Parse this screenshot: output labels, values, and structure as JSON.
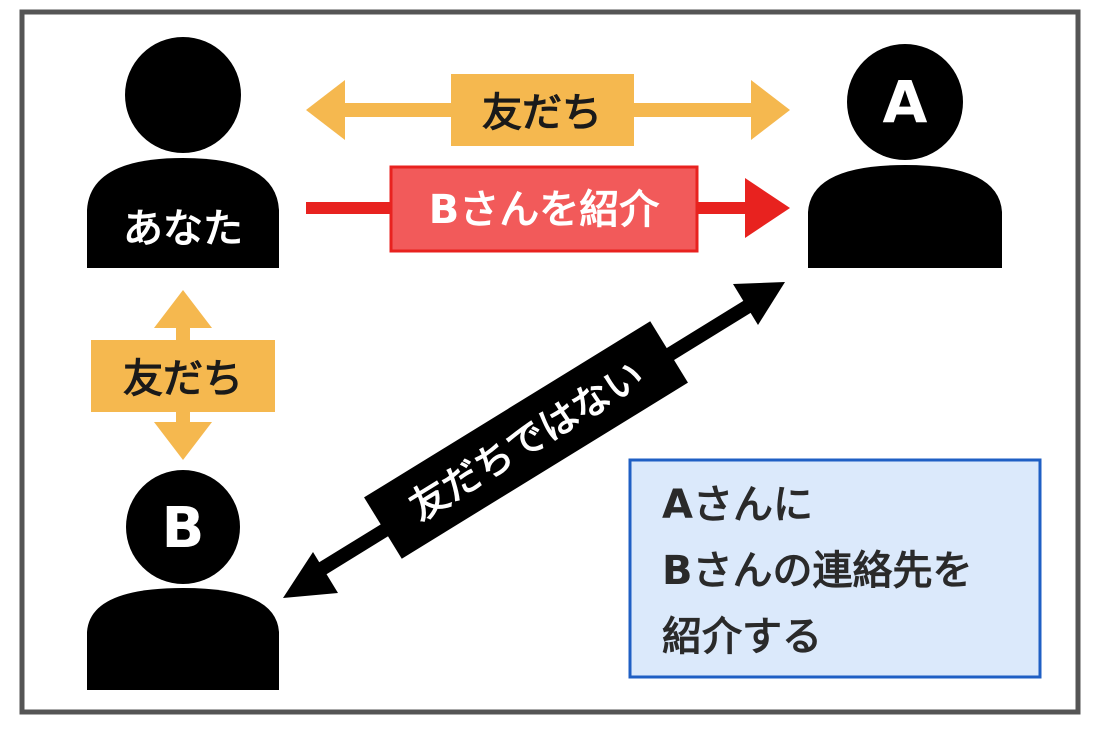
{
  "people": {
    "you": {
      "label": "あなた"
    },
    "a": {
      "label": "A"
    },
    "b": {
      "label": "B"
    }
  },
  "relations": {
    "you_a_friends": "友だち",
    "you_b_friends": "友だち",
    "introduce_b_to_a": "Bさんを紹介",
    "a_b_not_friends": "友だちではない"
  },
  "note": {
    "lines": [
      "Aさんに",
      "Bさんの連絡先を",
      "紹介する"
    ]
  },
  "colors": {
    "frame": "#555555",
    "person": "#000000",
    "friend": "#f5b84f",
    "introduce": "#e8221f",
    "introduce_box": "#f25a5a",
    "not_friend": "#000000",
    "note_bg": "#dbe9fb",
    "note_border": "#1f5fc4"
  }
}
